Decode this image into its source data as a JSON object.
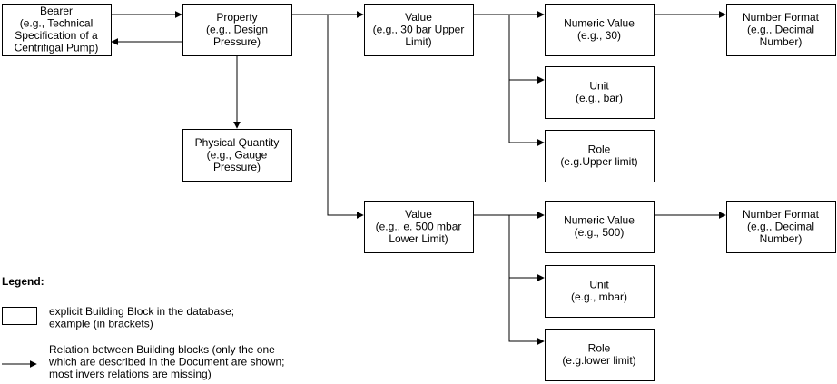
{
  "boxes": {
    "bearer": [
      "Bearer",
      "(e.g., Technical",
      "Specification of a",
      "Centrifigal Pump)"
    ],
    "property": [
      "Property",
      "(e.g., Design",
      "Pressure)"
    ],
    "physical_quantity": [
      "Physical Quantity",
      "(e.g., Gauge",
      "Pressure)"
    ],
    "value_upper": [
      "Value",
      "(e.g., 30 bar Upper",
      "Limit)"
    ],
    "numeric_upper": [
      "Numeric Value",
      "(e.g., 30)"
    ],
    "format_upper": [
      "Number Format",
      "(e.g., Decimal",
      "Number)"
    ],
    "unit_bar": [
      "Unit",
      "(e.g., bar)"
    ],
    "role_upper": [
      "Role",
      "(e.g.Upper limit)"
    ],
    "value_lower": [
      "Value",
      "(e.g., e. 500 mbar",
      "Lower Limit)"
    ],
    "numeric_lower": [
      "Numeric Value",
      "(e.g., 500)"
    ],
    "format_lower": [
      "Number Format",
      "(e.g., Decimal",
      "Number)"
    ],
    "unit_mbar": [
      "Unit",
      "(e.g., mbar)"
    ],
    "role_lower": [
      "Role",
      "(e.g.lower limit)"
    ]
  },
  "legend": {
    "title": "Legend:",
    "box_desc": [
      "explicit Building Block in the database;",
      "example (in brackets)"
    ],
    "arrow_desc": [
      "Relation between Building blocks (only the one",
      "which are described in the Document are shown;",
      "most invers relations are missing)"
    ]
  },
  "colors": {
    "stroke": "#000000",
    "fill": "#ffffff",
    "text": "#000000"
  }
}
